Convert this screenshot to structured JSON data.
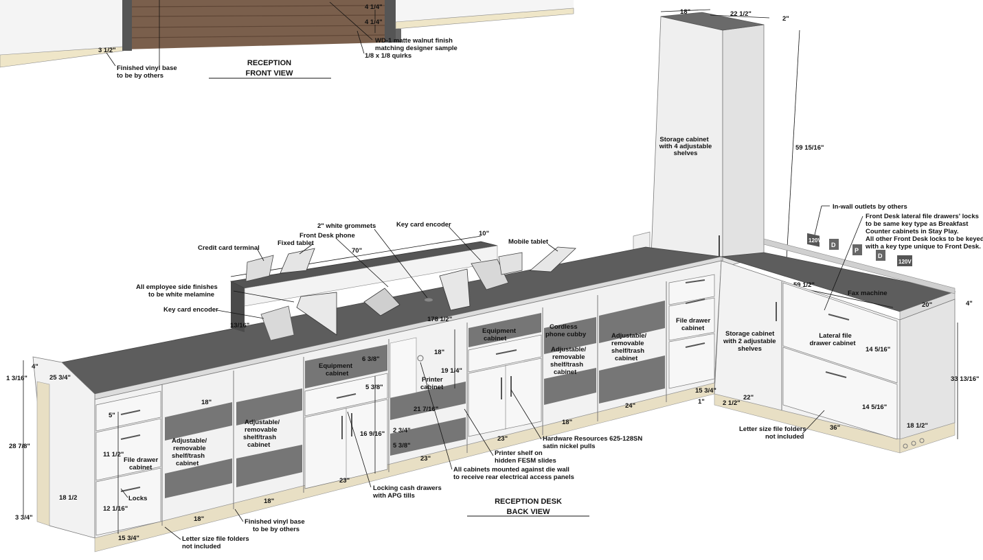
{
  "titles": {
    "front_view_line1": "RECEPTION",
    "front_view_line2": "FRONT VIEW",
    "back_view_line1": "RECEPTION DESK",
    "back_view_line2": "BACK VIEW"
  },
  "labels": {
    "finished_vinyl_base_top_1": "Finished vinyl base",
    "finished_vinyl_base_top_2": "to be by others",
    "wd1_1": "WD-1 matte walnut finish",
    "wd1_2": "matching designer sample",
    "quirks": "1/8 x 1/8 quirks",
    "storage_tall_1": "Storage cabinet",
    "storage_tall_2": "with 4 adjustable",
    "storage_tall_3": "shelves",
    "inwall_outlets": "In-wall outlets by others",
    "lateral_locks_1": "Front Desk lateral file drawers' locks",
    "lateral_locks_2": "to be same key type as Breakfast",
    "lateral_locks_3": "Counter cabinets in Stay Play.",
    "lateral_locks_4": "All other Front Desk locks to be keyed",
    "lateral_locks_5": "with a key type unique to Front Desk.",
    "grommets": "2\" white grommets",
    "key_card_encoder_top": "Key card encoder",
    "front_desk_phone": "Front Desk phone",
    "fixed_tablet": "Fixed tablet",
    "credit_card_terminal": "Credit card terminal",
    "mobile_tablet": "Mobile tablet",
    "all_employee_1": "All employee side finishes",
    "all_employee_2": "to be white melamine",
    "key_card_encoder_left": "Key card encoder",
    "fax_machine": "Fax machine",
    "storage_2_1": "Storage cabinet",
    "storage_2_2": "with 2 adjustable",
    "storage_2_3": "shelves",
    "lateral_file_1": "Lateral file",
    "lateral_file_2": "drawer cabinet",
    "file_drawer_right_1": "File drawer",
    "file_drawer_right_2": "cabinet",
    "equipment_right_1": "Equipment",
    "equipment_right_2": "cabinet",
    "cordless_1": "Cordless",
    "cordless_2": "phone cubby",
    "adj_mid_1": "Adjustable/",
    "adj_mid_2": "removable",
    "adj_mid_3": "shelf/trash",
    "adj_mid_4": "cabinet",
    "adj_right_1": "Adjustable/",
    "adj_right_2": "removable",
    "adj_right_3": "shelf/trash",
    "adj_right_4": "cabinet",
    "equipment_left_1": "Equipment",
    "equipment_left_2": "cabinet",
    "printer_1": "Printer",
    "printer_2": "cabinet",
    "adj_left1_1": "Adjustable/",
    "adj_left1_2": "removable",
    "adj_left1_3": "shelf/trash",
    "adj_left1_4": "cabinet",
    "adj_left2_1": "Adjustable/",
    "adj_left2_2": "removable",
    "adj_left2_3": "shelf/trash",
    "adj_left2_4": "cabinet",
    "file_drawer_left_1": "File drawer",
    "file_drawer_left_2": "cabinet",
    "locks": "Locks",
    "hardware_1": "Hardware Resources 625-128SN",
    "hardware_2": "satin nickel pulls",
    "printer_shelf_1": "Printer shelf on",
    "printer_shelf_2": "hidden FESM slides",
    "all_cabinets_1": "All cabinets mounted against die wall",
    "all_cabinets_2": "to receive rear electrical access panels",
    "locking_cash_1": "Locking cash drawers",
    "locking_cash_2": "with APG tills",
    "finished_vinyl_base_bottom_1": "Finished vinyl base",
    "finished_vinyl_base_bottom_2": "to be by others",
    "letter_left_1": "Letter size file folders",
    "letter_left_2": "not included",
    "letter_right_1": "Letter size file folders",
    "letter_right_2": "not included"
  },
  "outlet_labels": [
    "120V",
    "D",
    "P",
    "D",
    "120V"
  ],
  "dimensions": {
    "d_4_1_4_a": "4 1/4\"",
    "d_4_1_4_b": "4 1/4\"",
    "d_3_1_2_top": "3 1/2\"",
    "d_18_top": "18\"",
    "d_22_1_2": "22 1/2\"",
    "d_2_top": "2\"",
    "d_59_15_16": "59 15/16\"",
    "d_10": "10\"",
    "d_70": "70\"",
    "d_13_16": "13/16\"",
    "d_178_1_2": "178 1/2\"",
    "d_59_1_2": "59 1/2\"",
    "d_20": "20\"",
    "d_4_right": "4\"",
    "d_33_13_16": "33 13/16\"",
    "d_14_5_16_a": "14 5/16\"",
    "d_14_5_16_b": "14 5/16\"",
    "d_18_1_2_right": "18 1/2\"",
    "d_36": "36\"",
    "d_22_right": "22\"",
    "d_2_1_2": "2 1/2\"",
    "d_1": "1\"",
    "d_15_3_4_right": "15 3/4\"",
    "d_24": "24\"",
    "d_18_mid": "18\"",
    "d_23_mid": "23\"",
    "d_23_printer": "23\"",
    "d_23_left": "23\"",
    "d_18_printer": "18\"",
    "d_19_1_4": "19 1/4\"",
    "d_6_3_8": "6 3/8\"",
    "d_5_3_8_a": "5 3/8\"",
    "d_21_7_16": "21 7/16\"",
    "d_16_9_16": "16 9/16\"",
    "d_2_3_4": "2 3/4\"",
    "d_5_3_8_b": "5 3/8\"",
    "d_18_a": "18\"",
    "d_18_b": "18\"",
    "d_18_c": "18\"",
    "d_4_left": "4\"",
    "d_1_3_16": "1 3/16\"",
    "d_25_3_4": "25 3/4\"",
    "d_5": "5\"",
    "d_11_1_2": "11 1/2\"",
    "d_12_1_16": "12 1/16\"",
    "d_28_7_8": "28 7/8\"",
    "d_18_1_2_left": "18 1/2",
    "d_3_3_4": "3 3/4\"",
    "d_15_3_4_left": "15 3/4\""
  },
  "colors": {
    "countertop": "#5d5d5d",
    "cabinet_white": "#f2f2f2",
    "shelf_gray": "#767676",
    "base_beige": "#e8dfc4",
    "walnut": "#7a5f4c"
  }
}
